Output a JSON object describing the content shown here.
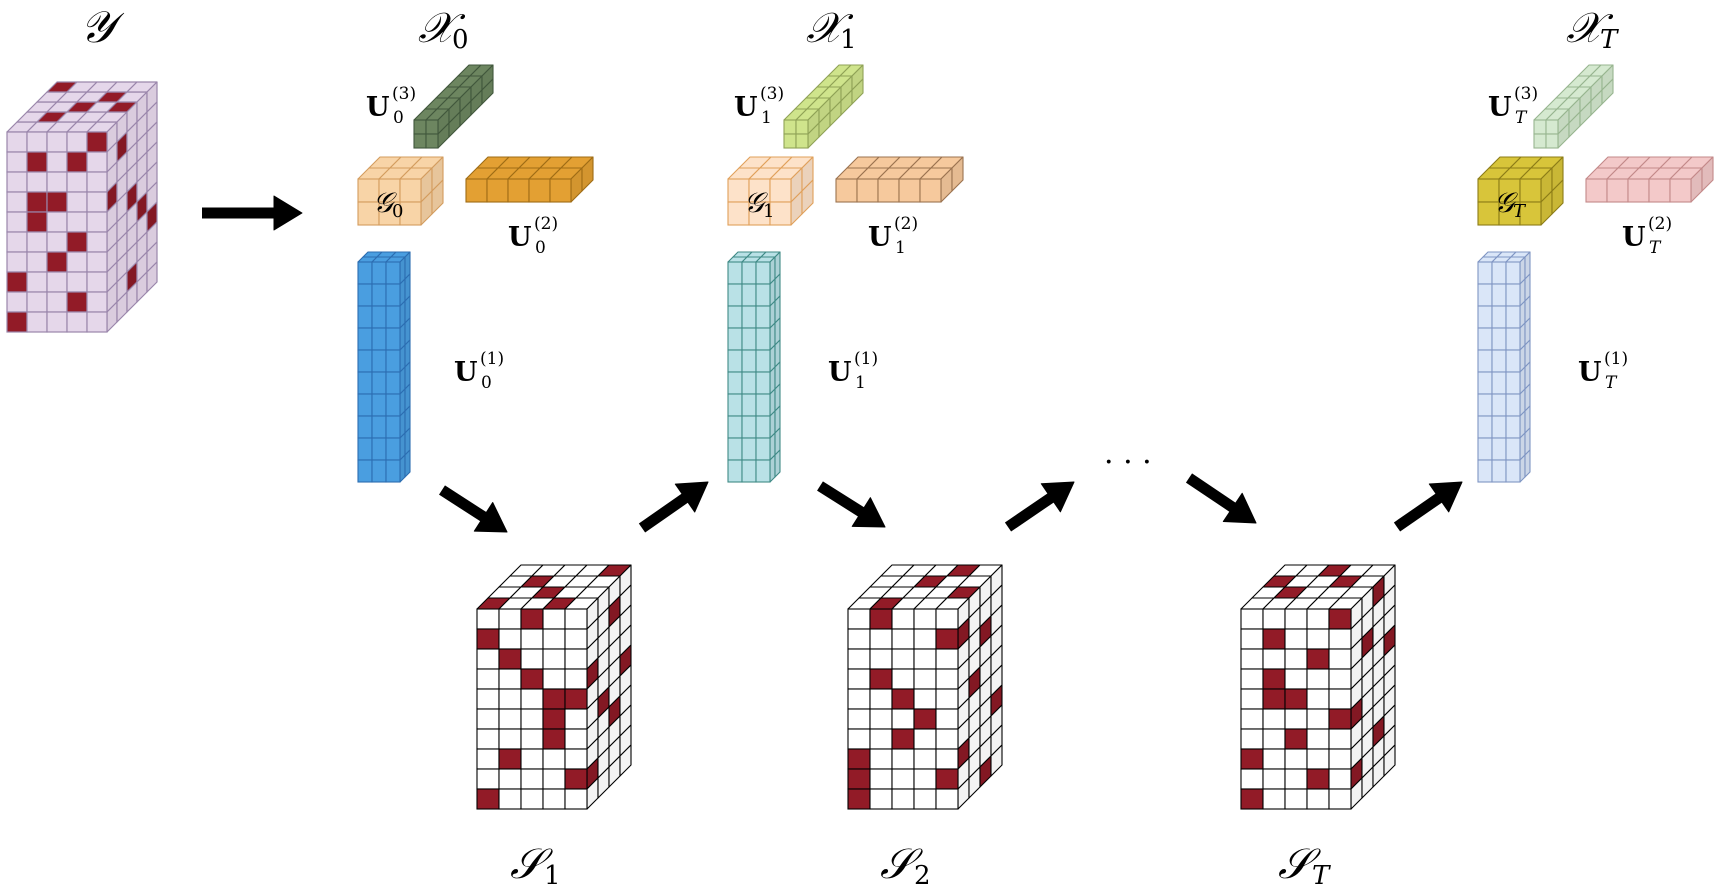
{
  "colors": {
    "red": "#921b27",
    "purple_face": "#e5d7ea",
    "purple_edge": "#9a86ab",
    "grid_edge": "#000000",
    "white_face": "#ffffff",
    "x0_u3": "#6d8660",
    "x0_core": "#f8d4a7",
    "x0_u2": "#e3a033",
    "x0_u1": "#4a9ee0",
    "x1_u3": "#cfe48c",
    "x1_core": "#fde2c9",
    "x1_u2": "#f6c99d",
    "x1_u1": "#b9e1e6",
    "xT_u3": "#d5e9d0",
    "xT_core": "#d8c53a",
    "xT_u2": "#f3c9c9",
    "xT_u1": "#dae6f8",
    "arrow": "#000000"
  },
  "labels": {
    "y_tensor": "𝒴",
    "x0": "𝒳",
    "x0_sub": "0",
    "x1": "𝒳",
    "x1_sub": "1",
    "xT": "𝒳",
    "xT_sub": "T",
    "ellipsis": "· · ·",
    "g0": "𝒢",
    "g0_sub": "0",
    "g1": "𝒢",
    "g1_sub": "1",
    "gT": "𝒢",
    "gT_sub": "T",
    "s1": "𝒮",
    "s1_sub": "1",
    "s2": "𝒮",
    "s2_sub": "2",
    "sT": "𝒮",
    "sT_sub": "T",
    "u_symbol": "U",
    "u3_sup": "(3)",
    "u2_sup": "(2)",
    "u1_sup": "(1)",
    "u0_sub": "0",
    "u1_sub": "1",
    "uT_sub": "T"
  }
}
